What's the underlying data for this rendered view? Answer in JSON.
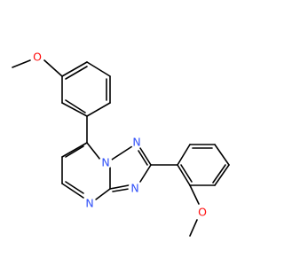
{
  "molecule": {
    "atom_colors": {
      "O": "#ff0d0d",
      "N": "#3050f8"
    },
    "atoms": {
      "o_top": "O",
      "n_ring_top": "N",
      "n_triazole_right": "N",
      "n_triazole_bottom": "N",
      "n_pyrimidine_bottom": "N",
      "o_bottom": "O"
    }
  }
}
